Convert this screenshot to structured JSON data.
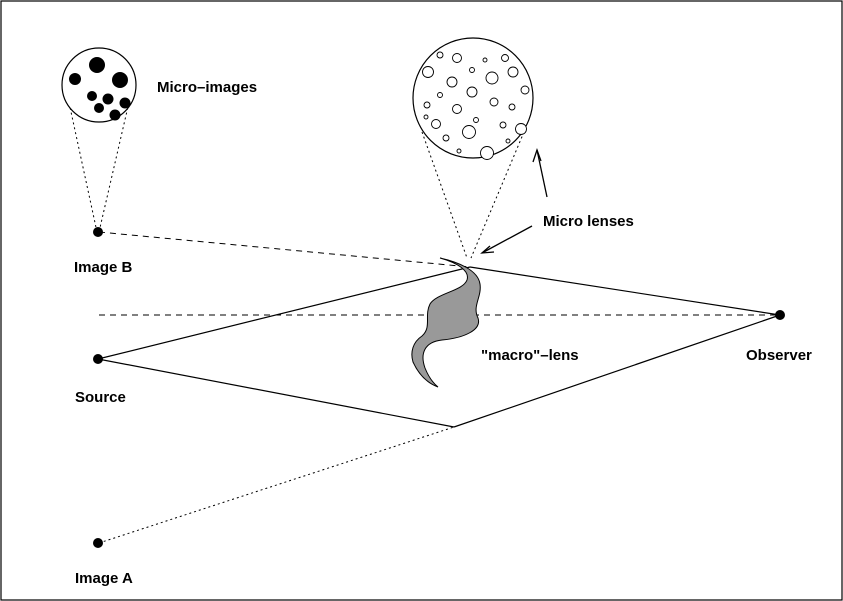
{
  "labels": {
    "micro_images": "Micro–images",
    "micro_lenses": "Micro lenses",
    "image_b": "Image B",
    "source": "Source",
    "macro_lens": "\"macro\"–lens",
    "observer": "Observer",
    "image_a": "Image A"
  },
  "colors": {
    "lens_fill": "#999999",
    "line": "#000000",
    "background": "#ffffff"
  }
}
